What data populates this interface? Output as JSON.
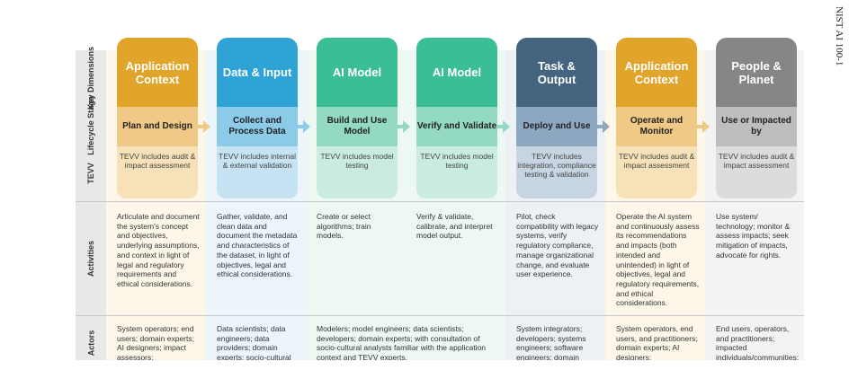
{
  "margin_label": "NIST AI 100-1",
  "row_labels": {
    "key_dimensions": "Key Dimensions",
    "lifecycle_stage": "Lifecycle Stage",
    "tevv": "TEVV",
    "activities": "Activities",
    "actors": "Actors"
  },
  "columns": [
    {
      "key": "Application Context",
      "stage": "Plan and Design",
      "tevv": "TEVV includes audit & impact assessment",
      "activities": "Articulate and document the system's concept and objectives, underlying assumptions, and context in light of legal and regulatory requirements and ethical considerations.",
      "actors": "System operators; end users; domain experts; AI designers; impact assessors;",
      "key_color": "#e0a52a",
      "stage_color": "#efc985",
      "tevv_color": "#f7e1b8",
      "band_color": "#fdf7ea"
    },
    {
      "key": "Data & Input",
      "stage": "Collect and Process Data",
      "tevv": "TEVV includes internal & external validation",
      "activities": "Gather, validate, and clean data and document the metadata and characteristics of the dataset, in light of objectives, legal and ethical considerations.",
      "actors": "Data scientists; data engineers; data providers; domain experts; socio-cultural",
      "key_color": "#2fa3d6",
      "stage_color": "#8ccbe8",
      "tevv_color": "#c5e3f2",
      "band_color": "#ebf5fb"
    },
    {
      "key": "AI Model",
      "stage": "Build and Use Model",
      "tevv": "TEVV includes model testing",
      "activities": "Create or select algorithms; train models.",
      "actors": "Modelers; model engineers; data scientists; developers; domain experts; with consultation of socio-cultural analysts familiar with the application context and TEVV experts.",
      "key_color": "#3bbd96",
      "stage_color": "#94d9c2",
      "tevv_color": "#c9ecdf",
      "band_color": "#edf8f3"
    },
    {
      "key": "AI Model",
      "stage": "Verify and Validate",
      "tevv": "TEVV includes model testing",
      "activities": "Verify & validate, calibrate, and interpret model output.",
      "actors": "",
      "key_color": "#3bbd96",
      "stage_color": "#94d9c2",
      "tevv_color": "#c9ecdf",
      "band_color": "#edf8f3"
    },
    {
      "key": "Task & Output",
      "stage": "Deploy and Use",
      "tevv": "TEVV includes integration, compliance testing & validation",
      "activities": "Pilot, check compatibility with legacy systems, verify regulatory compliance, manage organizational change, and evaluate user experience.",
      "actors": "System integrators; developers; systems engineers; software engineers; domain",
      "key_color": "#45647f",
      "stage_color": "#8ea7c1",
      "tevv_color": "#c7d4e2",
      "band_color": "#edf1f5"
    },
    {
      "key": "Application Context",
      "stage": "Operate and Monitor",
      "tevv": "TEVV includes audit & impact assessment",
      "activities": "Operate the AI system and continuously assess its recommendations and impacts (both intended and unintended) in light of objectives, legal and regulatory requirements, and ethical considerations.",
      "actors": "System operators, end users, and practitioners; domain experts; AI designers;",
      "key_color": "#e0a52a",
      "stage_color": "#efc985",
      "tevv_color": "#f7e1b8",
      "band_color": "#fdf7ea"
    },
    {
      "key": "People & Planet",
      "stage": "Use or Impacted by",
      "tevv": "TEVV includes audit & impact assessment",
      "activities": "Use system/ technology; monitor & assess impacts; seek mitigation of impacts, advocate for rights.",
      "actors": "End users, operators, and practitioners; impacted individuals/communities;",
      "key_color": "#868686",
      "stage_color": "#bdbdbd",
      "tevv_color": "#dcdcdc",
      "band_color": "#f3f3f3"
    }
  ]
}
